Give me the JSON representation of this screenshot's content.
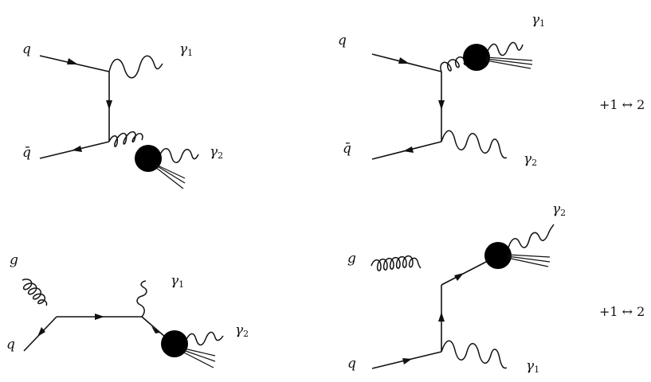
{
  "diagrams": [
    {
      "labels": {
        "quark_in": "q",
        "antiquark_in": "q̄",
        "photon1": "γ",
        "photon1_sub": "1",
        "photon2": "γ",
        "photon2_sub": "2"
      }
    },
    {
      "labels": {
        "quark_in": "q",
        "antiquark_in": "q̄",
        "photon1": "γ",
        "photon1_sub": "1",
        "photon2": "γ",
        "photon2_sub": "2"
      },
      "note": "+1 ↔ 2"
    },
    {
      "labels": {
        "gluon_in": "g",
        "quark_in": "q",
        "photon1": "γ",
        "photon1_sub": "1",
        "photon2": "γ",
        "photon2_sub": "2"
      }
    },
    {
      "labels": {
        "gluon_in": "g",
        "quark_in": "q",
        "photon1": "γ",
        "photon1_sub": "1",
        "photon2": "γ",
        "photon2_sub": "2"
      },
      "note": "+1 ↔ 2"
    }
  ]
}
